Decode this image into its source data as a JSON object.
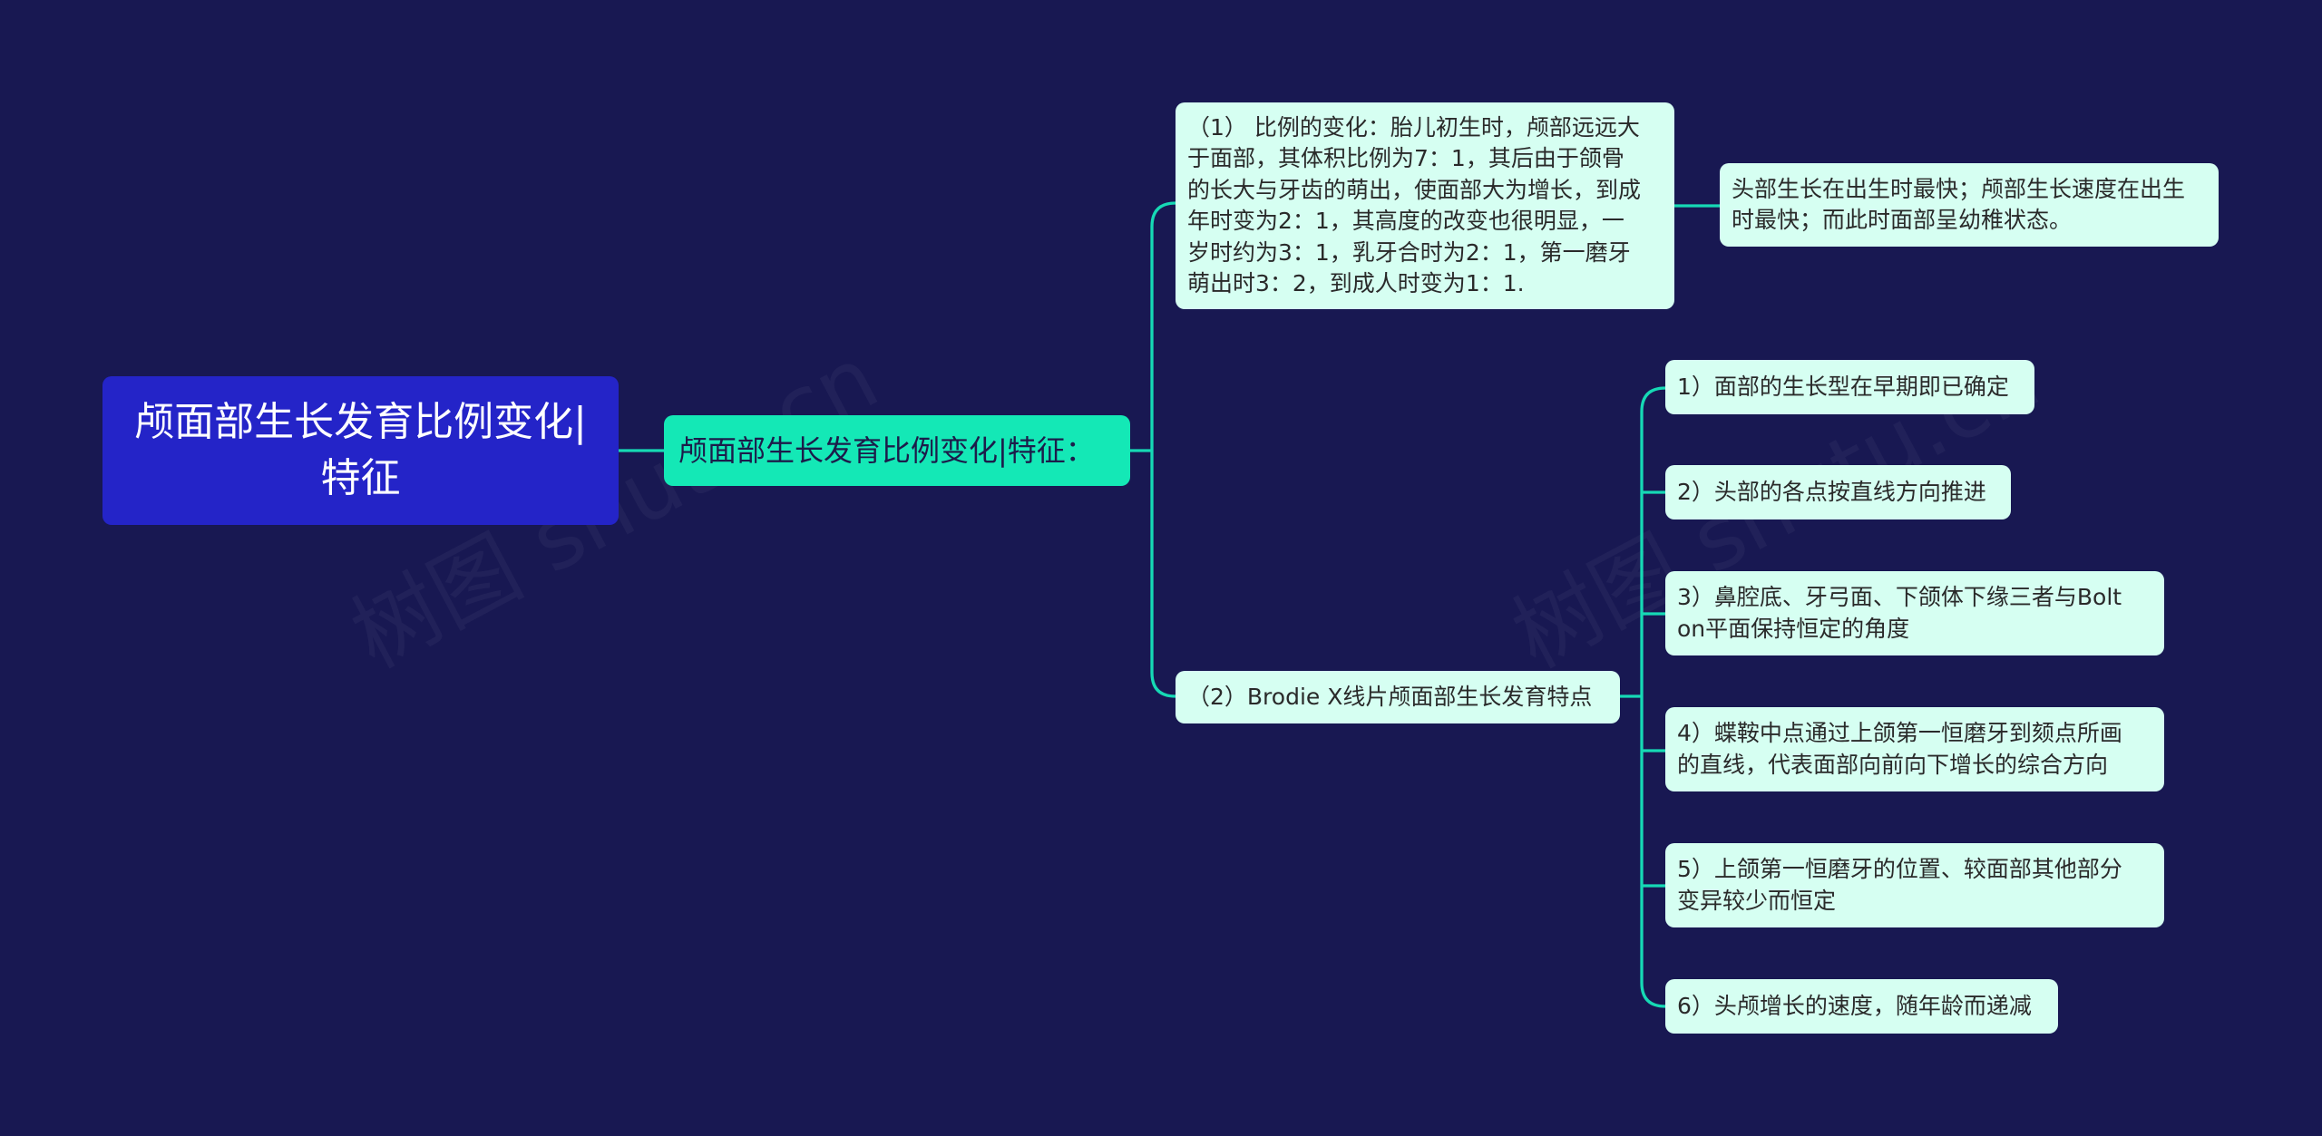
{
  "root": {
    "text": "颅面部生长发育比例变化|\n特征"
  },
  "main": {
    "text": "颅面部生长发育比例变化|特征："
  },
  "branch1": {
    "text": "（1） 比例的变化：胎儿初生时，颅部远远大\n于面部，其体积比例为7：1，其后由于颌骨\n的长大与牙齿的萌出，使面部大为增长，到成\n年时变为2：1，其高度的改变也很明显，一\n岁时约为3：1，乳牙合时为2：1，第一磨牙\n萌出时3：2，到成人时变为1：1.",
    "child": "头部生长在出生时最快；颅部生长速度在出生\n时最快；而此时面部呈幼稚状态。"
  },
  "branch2": {
    "text": "（2）Brodie X线片颅面部生长发育特点",
    "children": [
      "1）面部的生长型在早期即已确定",
      "2）头部的各点按直线方向推进",
      "3）鼻腔底、牙弓面、下颌体下缘三者与Bolt\non平面保持恒定的角度",
      "4）蝶鞍中点通过上颌第一恒磨牙到颏点所画\n的直线，代表面部向前向下增长的综合方向",
      "5）上颌第一恒磨牙的位置、较面部其他部分\n变异较少而恒定",
      "6）头颅增长的速度，随年龄而递减"
    ]
  },
  "watermark": "树图 shutu.cn",
  "colors": {
    "background": "#181852",
    "root": "#2424c8",
    "main": "#14e8b6",
    "leaf": "#d6fff2",
    "connector": "#16d9b5"
  }
}
